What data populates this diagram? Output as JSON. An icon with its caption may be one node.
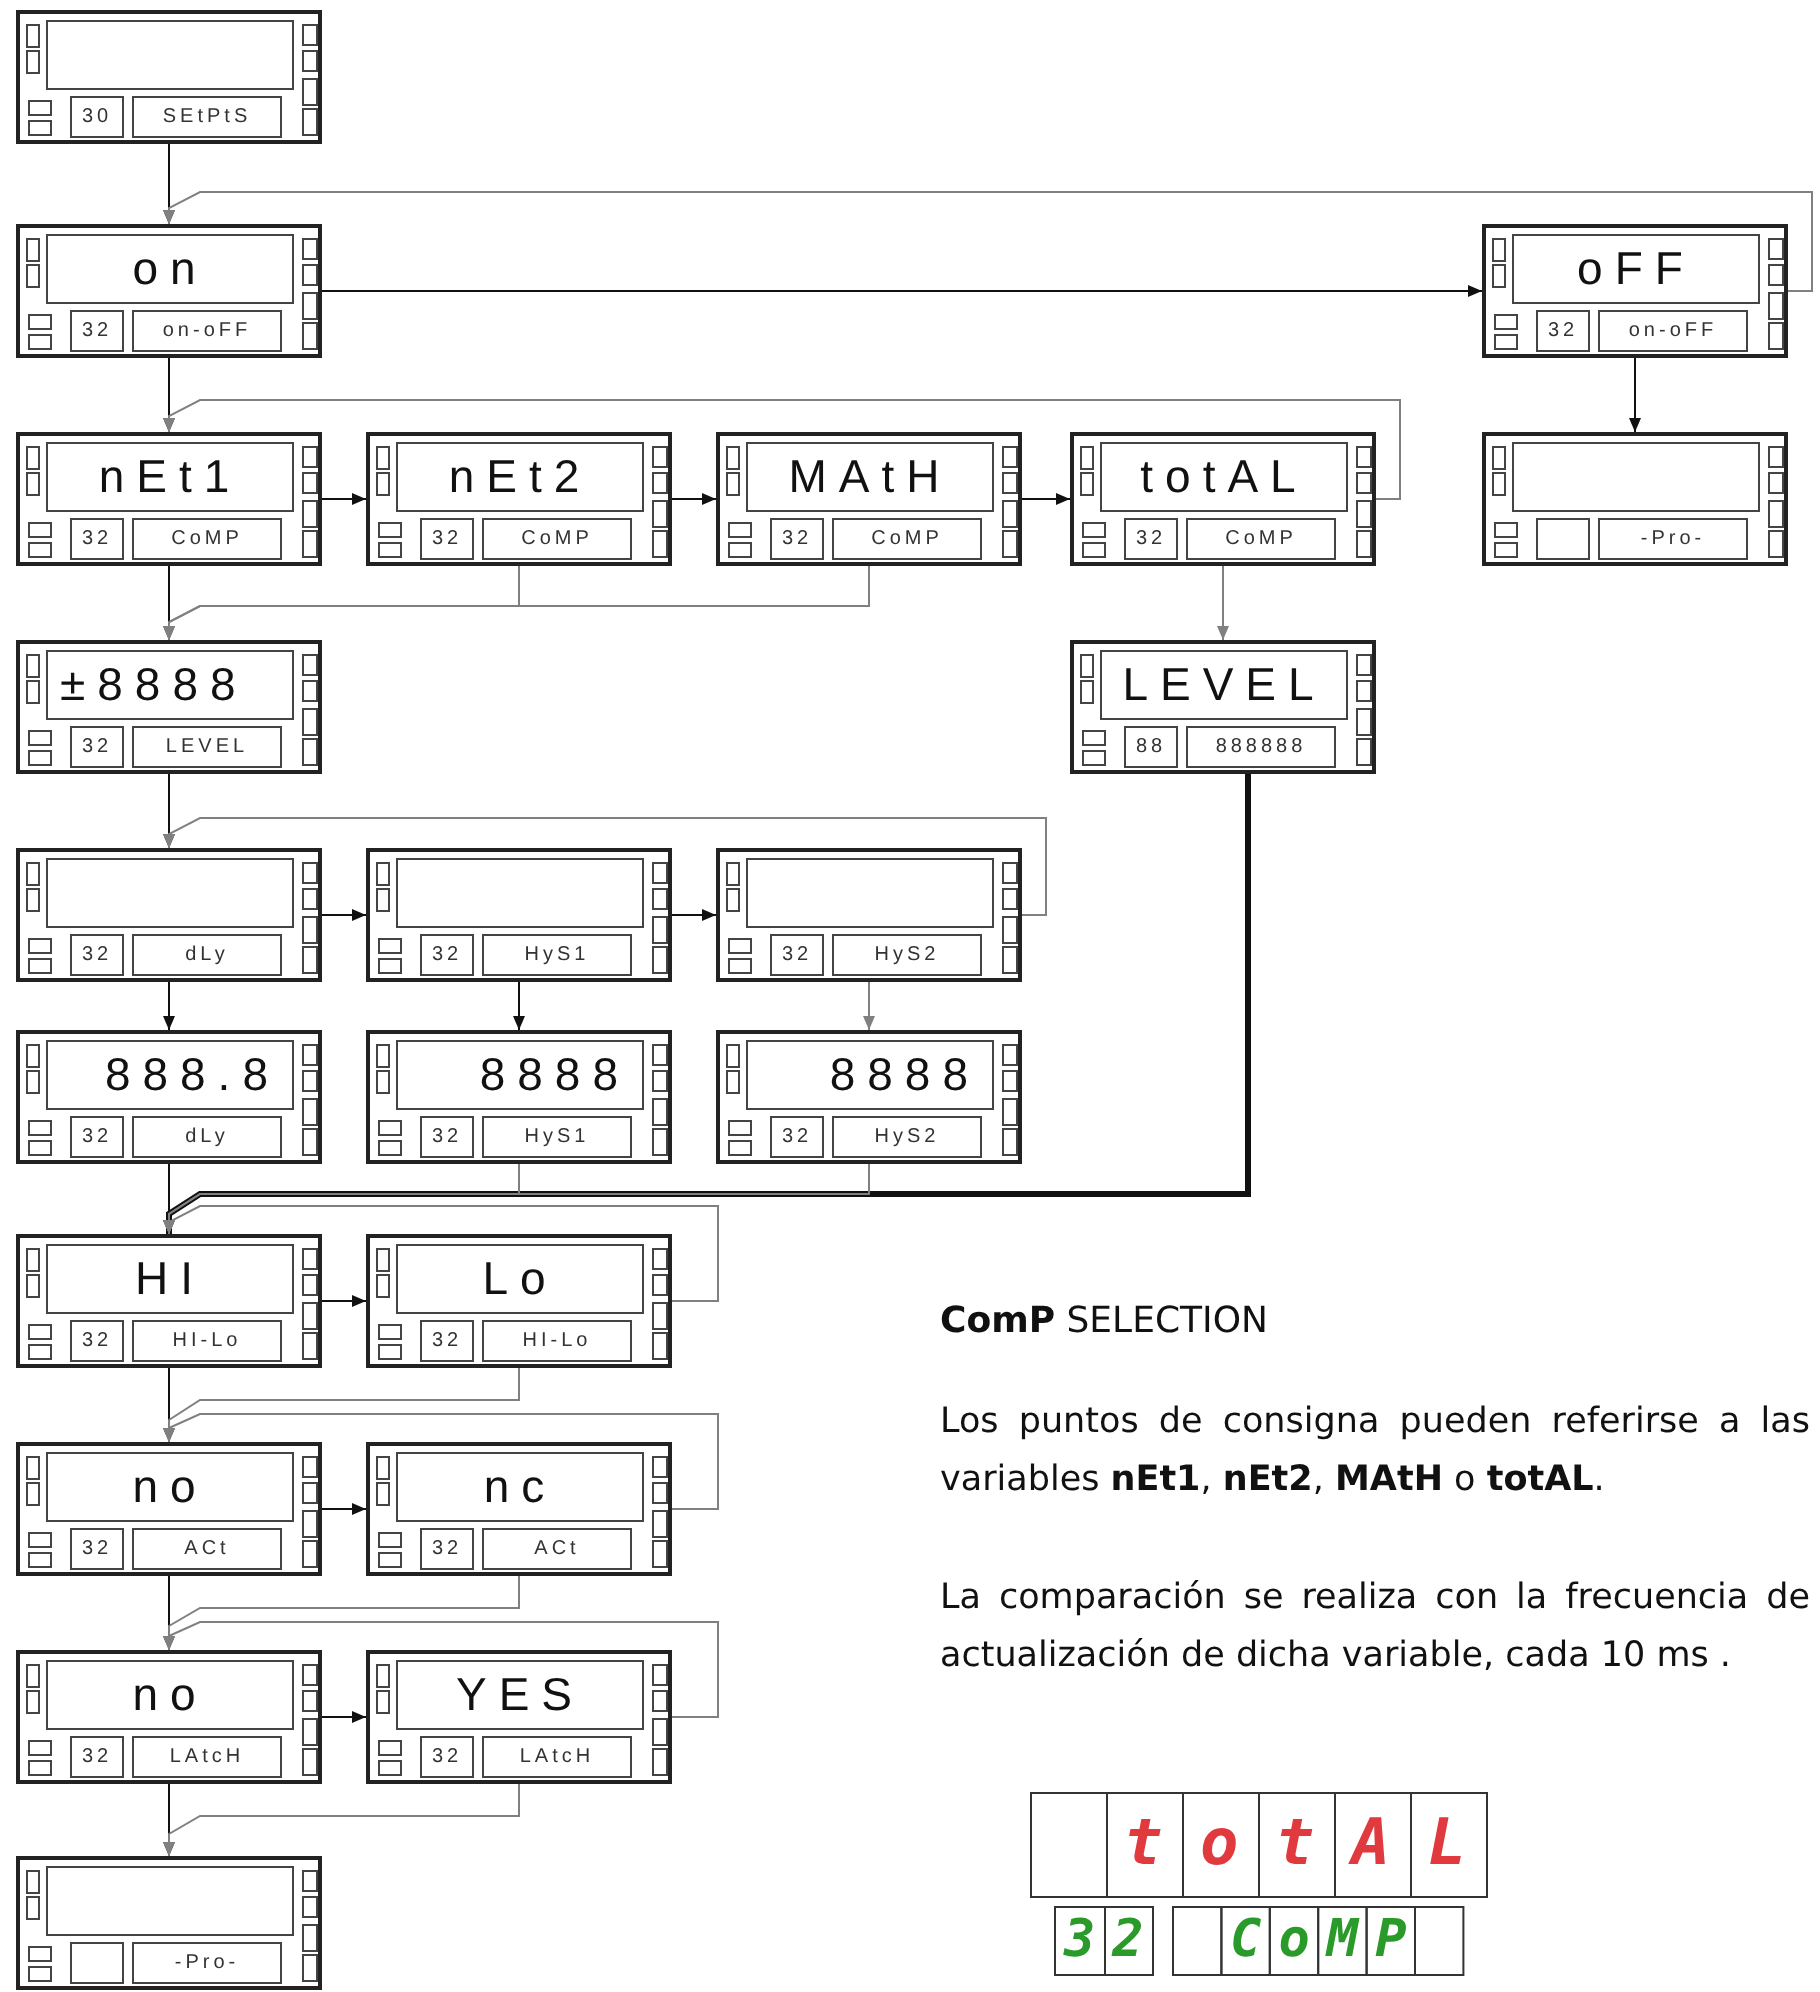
{
  "diagram": {
    "nodes": [
      {
        "text": [
          "30",
          "SEtPtS"
        ]
      },
      {
        "text": [
          "on",
          "32",
          "on-oFF"
        ]
      },
      {
        "text": [
          "oFF",
          "32",
          "on-oFF"
        ]
      },
      {
        "text": [
          "nEt1",
          "32",
          "CoMP"
        ]
      },
      {
        "text": [
          "nEt2",
          "32",
          "CoMP"
        ]
      },
      {
        "text": [
          "MAtH",
          "32",
          "CoMP"
        ]
      },
      {
        "text": [
          "totAL",
          "32",
          "CoMP"
        ]
      },
      {
        "text": [
          "-Pro-"
        ]
      },
      {
        "text": [
          "±8888",
          "32",
          "LEVEL"
        ]
      },
      {
        "text": [
          "LEVEL",
          "88",
          "888888"
        ]
      },
      {
        "text": [
          "32",
          "dLy"
        ]
      },
      {
        "text": [
          "32",
          "HyS1"
        ]
      },
      {
        "text": [
          "32",
          "HyS2"
        ]
      },
      {
        "text": [
          "888.8",
          "32",
          "dLy"
        ]
      },
      {
        "text": [
          "8888",
          "32",
          "HyS1"
        ]
      },
      {
        "text": [
          "8888",
          "32",
          "HyS2"
        ]
      },
      {
        "text": [
          "HI",
          "32",
          "HI-Lo"
        ]
      },
      {
        "text": [
          "Lo",
          "32",
          "HI-Lo"
        ]
      },
      {
        "text": [
          "no",
          "32",
          "ACt"
        ]
      },
      {
        "text": [
          "nc",
          "32",
          "ACt"
        ]
      },
      {
        "text": [
          "no",
          "32",
          "LAtcH"
        ]
      },
      {
        "text": [
          "YES",
          "32",
          "LAtcH"
        ]
      },
      {
        "text": [
          "-Pro-"
        ]
      }
    ],
    "edges": [
      {
        "from": 0,
        "to": 1,
        "arrow": "to"
      },
      {
        "from": 2,
        "to": 1,
        "arrow": "to",
        "color": "#808080"
      },
      {
        "from": 1,
        "to": 2,
        "arrow": "to"
      },
      {
        "from": 1,
        "to": 3,
        "arrow": "to"
      },
      {
        "from": 3,
        "to": 4,
        "arrow": "to"
      },
      {
        "from": 4,
        "to": 5,
        "arrow": "to"
      },
      {
        "from": 5,
        "to": 6,
        "arrow": "to"
      },
      {
        "from": 6,
        "to": 3,
        "arrow": "to",
        "color": "#808080"
      },
      {
        "from": 2,
        "to": 7,
        "arrow": "to"
      },
      {
        "from": 3,
        "to": 8,
        "arrow": "to"
      },
      {
        "from": 4,
        "to": 8,
        "arrow": "to",
        "color": "#808080"
      },
      {
        "from": 5,
        "to": 8,
        "arrow": "to",
        "color": "#808080"
      },
      {
        "from": 6,
        "to": 9,
        "arrow": "to",
        "color": "#808080"
      },
      {
        "from": 8,
        "to": 10,
        "arrow": "to"
      },
      {
        "from": 9,
        "to": 16,
        "arrow": "to",
        "style": "thick"
      },
      {
        "from": 10,
        "to": 11,
        "arrow": "to"
      },
      {
        "from": 11,
        "to": 12,
        "arrow": "to"
      },
      {
        "from": 12,
        "to": 10,
        "arrow": "to",
        "color": "#808080"
      },
      {
        "from": 10,
        "to": 13,
        "arrow": "to"
      },
      {
        "from": 11,
        "to": 14,
        "arrow": "to"
      },
      {
        "from": 12,
        "to": 15,
        "arrow": "to",
        "color": "#808080"
      },
      {
        "from": 13,
        "to": 16,
        "arrow": "to"
      },
      {
        "from": 14,
        "to": 16,
        "arrow": "to",
        "color": "#808080"
      },
      {
        "from": 15,
        "to": 16,
        "arrow": "to",
        "color": "#808080"
      },
      {
        "from": 16,
        "to": 17,
        "arrow": "to"
      },
      {
        "from": 17,
        "to": 16,
        "arrow": "to",
        "color": "#808080"
      },
      {
        "from": 16,
        "to": 18,
        "arrow": "to"
      },
      {
        "from": 17,
        "to": 18,
        "arrow": "to",
        "color": "#808080"
      },
      {
        "from": 18,
        "to": 19,
        "arrow": "to"
      },
      {
        "from": 19,
        "to": 18,
        "arrow": "to",
        "color": "#808080"
      },
      {
        "from": 18,
        "to": 20,
        "arrow": "to"
      },
      {
        "from": 19,
        "to": 20,
        "arrow": "to",
        "color": "#808080"
      },
      {
        "from": 20,
        "to": 21,
        "arrow": "to"
      },
      {
        "from": 21,
        "to": 20,
        "arrow": "to",
        "color": "#808080"
      },
      {
        "from": 20,
        "to": 22,
        "arrow": "to"
      },
      {
        "from": 21,
        "to": 22,
        "arrow": "to",
        "color": "#808080"
      }
    ],
    "labels": [
      "**ComP** SELECTION",
      "Los puntos de consigna pueden referirse a las variables **nEt1**, **nEt2**, **MAtH** o **totAL**.",
      "La comparación se realiza con la frecuencia de actualización de dicha variable, cada 10 ms .",
      "totAL",
      "32",
      "CoMP"
    ]
  }
}
